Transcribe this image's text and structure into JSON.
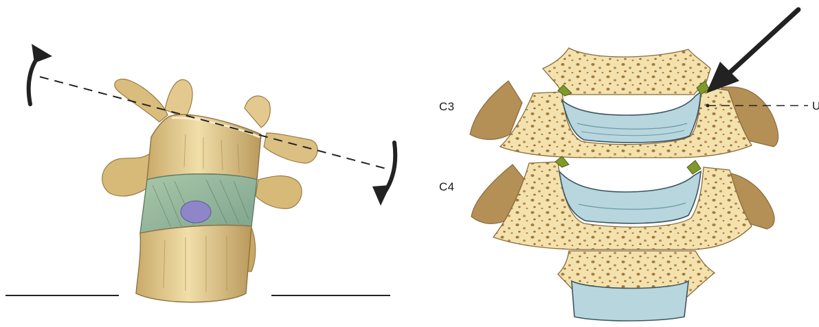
{
  "labels": {
    "upper_vertebra": "C3",
    "lower_vertebra": "C4",
    "callout_letter": "U"
  },
  "colors": {
    "bone": "#e9d39a",
    "bone_light": "#f6ebc6",
    "bone_dark": "#b99a5c",
    "disc_green": "#8fb29a",
    "nucleus": "#8f86c9",
    "cartilage_blue": "#b7d6de",
    "ligament_green": "#7f9a2a",
    "ink": "#222222"
  },
  "icons": {
    "rotation_arrow_top": "curved-arrow-up",
    "rotation_arrow_bottom": "curved-arrow-down",
    "pointer_arrow": "arrow-down-left"
  }
}
